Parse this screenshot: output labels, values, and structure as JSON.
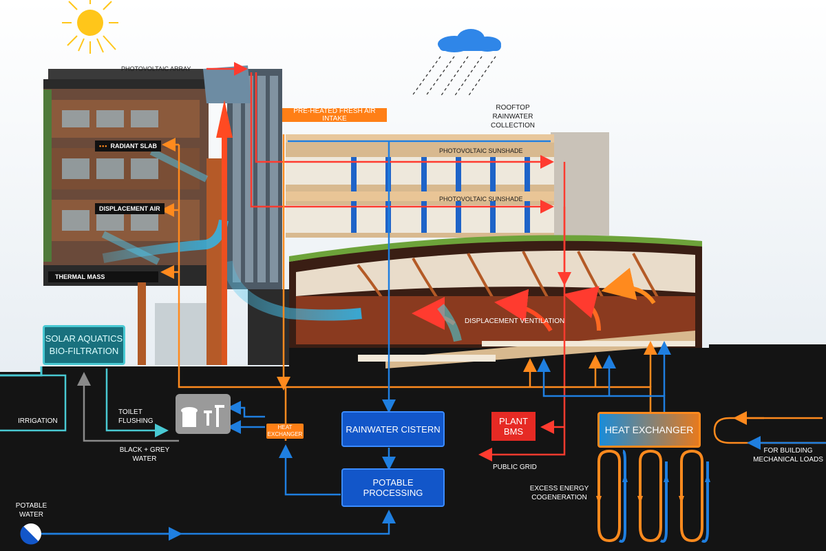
{
  "labels": {
    "photovoltaic_array": "PHOTOVOLTAIC ARRAY",
    "preheated_air": "PRE-HEATED FRESH AIR INTAKE",
    "rooftop_rainwater": "ROOFTOP RAINWATER COLLECTION",
    "pv_sunshade_1": "PHOTOVOLTAIC SUNSHADE",
    "pv_sunshade_2": "PHOTOVOLTAIC SUNSHADE",
    "radiant_slab": "RADIANT SLAB",
    "displacement_air": "DISPLACEMENT AIR",
    "thermal_mass": "THERMAL MASS",
    "displacement_ventilation": "DISPLACEMENT VENTILATION",
    "solar_aquatics": "SOLAR AQUATICS BIO-FILTRATION",
    "irrigation": "IRRIGATION",
    "toilet_flushing": "TOILET FLUSHING",
    "black_grey_water": "BLACK + GREY WATER",
    "heat_exchanger_small": "HEAT EXCHANGER",
    "rainwater_cistern": "RAINWATER CISTERN",
    "potable_processing": "POTABLE PROCESSING",
    "plant_bms": "PLANT BMS",
    "public_grid": "PUBLIC GRID",
    "heat_exchanger_large": "HEAT EXCHANGER",
    "for_building_loads": "FOR BUILDING MECHANICAL LOADS",
    "excess_energy": "EXCESS ENERGY COGENERATION",
    "potable_water": "POTABLE WATER"
  },
  "colors": {
    "hot": "#ff3b2f",
    "warm": "#ff8a1e",
    "cool": "#1f7fe0",
    "teal": "#49c9d3",
    "grey": "#8a8a8a",
    "ground": "#141414"
  },
  "icons": {
    "sun": "sun-icon",
    "cloud": "rain-cloud-icon",
    "toilet": "toilet-sink-icon",
    "potable_water": "water-valve-icon"
  }
}
